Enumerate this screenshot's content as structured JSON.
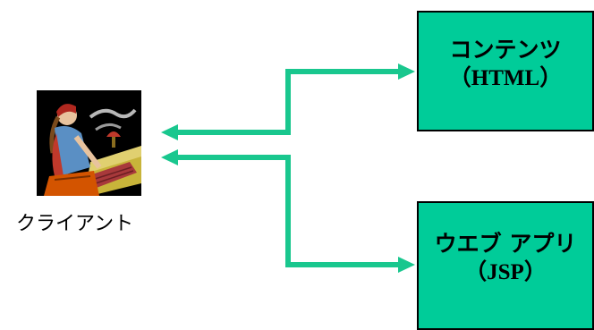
{
  "client": {
    "label": "クライアント",
    "image_icon": "person-at-desk-clipart-icon"
  },
  "servers": {
    "contents": {
      "title": "コンテンツ",
      "subtitle": "（HTML）"
    },
    "webapp": {
      "title": "ウエブ アプリ",
      "subtitle": "（JSP）"
    }
  },
  "colors": {
    "box_fill": "#00cc99",
    "arrow": "#19c78e",
    "border": "#000000"
  }
}
